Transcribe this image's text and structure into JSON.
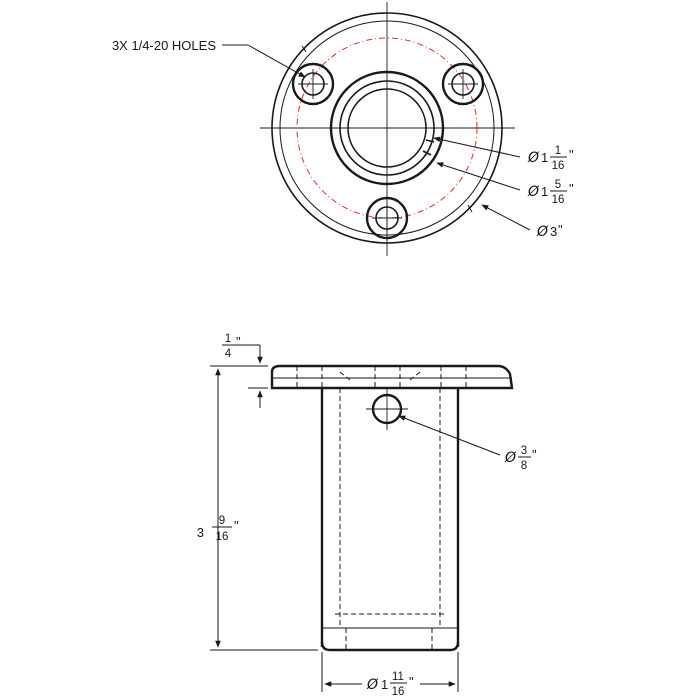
{
  "top_view": {
    "holes_callout": "3X 1/4-20 HOLES",
    "dim_inner": {
      "symbol": "Ø",
      "whole": "1",
      "num": "1",
      "den": "16",
      "unit": "\""
    },
    "dim_outer_ring": {
      "symbol": "Ø",
      "whole": "1",
      "num": "5",
      "den": "16",
      "unit": "\""
    },
    "dim_flange": {
      "symbol": "Ø",
      "text": "3",
      "unit": "\""
    }
  },
  "side_view": {
    "dim_flange_thickness": {
      "num": "1",
      "den": "4",
      "unit": "\""
    },
    "dim_height": {
      "whole": "3",
      "num": "9",
      "den": "16",
      "unit": "\""
    },
    "dim_cross_hole": {
      "symbol": "Ø",
      "num": "3",
      "den": "8",
      "unit": "\""
    },
    "dim_body": {
      "symbol": "Ø",
      "whole": "1",
      "num": "11",
      "den": "16",
      "unit": "\""
    }
  },
  "colors": {
    "line": "#1a1a1a",
    "bolt_circle": "#e8262b",
    "background": "#ffffff"
  }
}
